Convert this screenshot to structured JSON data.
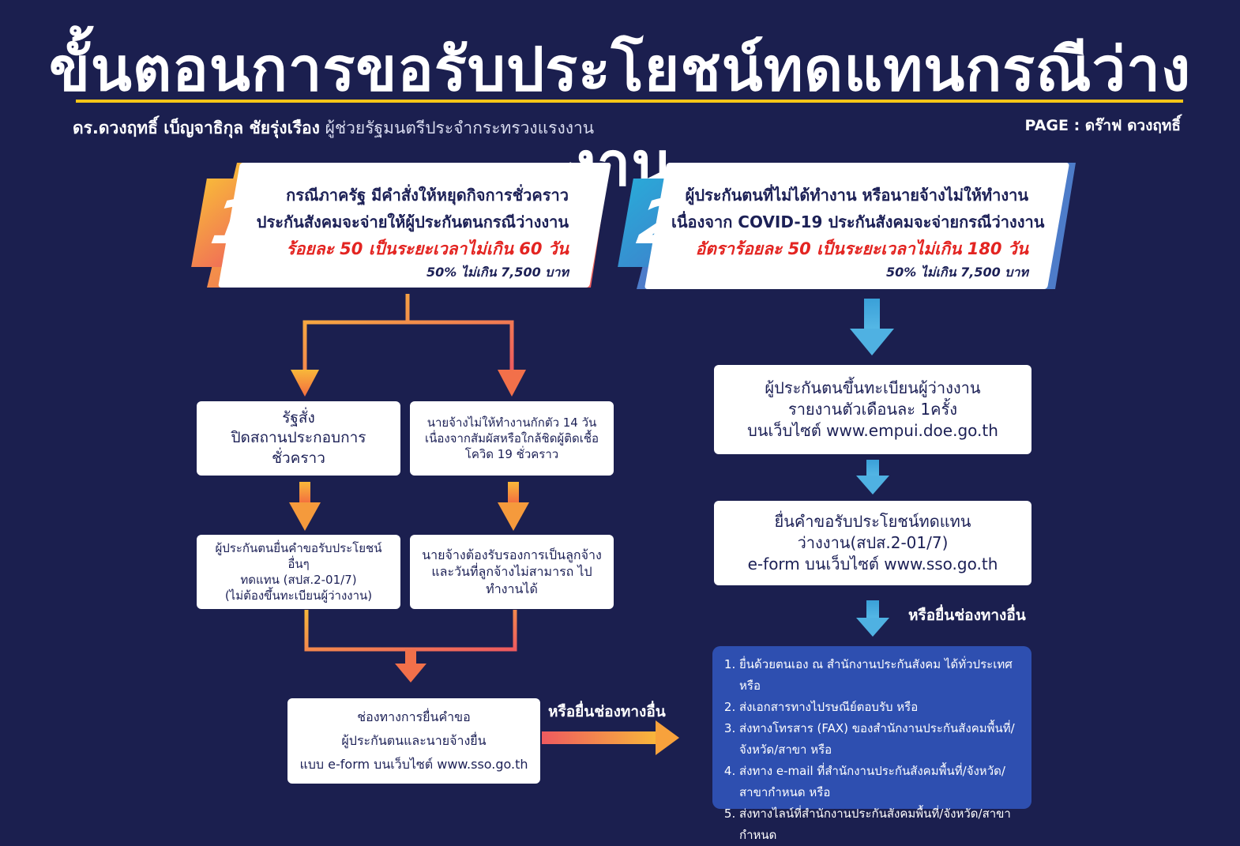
{
  "title": "ขั้นตอนการขอรับประโยชน์ทดแทนกรณีว่างงาน",
  "author": {
    "name": "ดร.ดวงฤทธิ์ เบ็ญจาธิกุล ชัยรุ่งเรือง",
    "role": "ผู้ช่วยรัฐมนตรีประจำกระทรวงแรงงาน"
  },
  "page_credit": "PAGE : ดร๊าฟ ดวงฤทธิ์",
  "case1": {
    "number": "1",
    "line1": "กรณีภาครัฐ มีคำสั่งให้หยุดกิจการชั่วคราว",
    "line2": "ประกันสังคมจะจ่ายให้ผู้ประกันตนกรณีว่างงาน",
    "line3": "ร้อยละ 50 เป็นระยะเวลาไม่เกิน 60 วัน",
    "line4": "50% ไม่เกิน 7,500 บาท",
    "branch_a": {
      "line1": "รัฐสั่ง",
      "line2": "ปิดสถานประกอบการชั่วคราว"
    },
    "branch_b": {
      "line1": "นายจ้างไม่ให้ทำงานกักตัว 14 วัน",
      "line2": "เนื่องจากสัมผัสหรือใกล้ชิดผู้ติดเชื้อ",
      "line3": "โควิด 19 ชั่วคราว"
    },
    "step_a": {
      "line1": "ผู้ประกันตนยื่นคำขอรับประโยชน์ อื่นๆ",
      "line2": "ทดแทน (สปส.2-01/7)",
      "line3": "(ไม่ต้องขึ้นทะเบียนผู้ว่างงาน)"
    },
    "step_b": {
      "line1": "นายจ้างต้องรับรองการเป็นลูกจ้าง",
      "line2": "และวันที่ลูกจ้างไม่สามารถ ไปทำงานได้"
    },
    "submit": {
      "line1": "ช่องทางการยื่นคำขอ",
      "line2": "ผู้ประกันตนและนายจ้างยื่น",
      "line3": "แบบ e-form บนเว็บไซต์ www.sso.go.th"
    },
    "alt_label": "หรือยื่นช่องทางอื่น"
  },
  "case2": {
    "number": "2",
    "line1": "ผู้ประกันตนที่ไม่ได้ทำงาน หรือนายจ้างไม่ให้ทำงาน",
    "line2": "เนื่องจาก COVID-19 ประกันสังคมจะจ่ายกรณีว่างงาน",
    "line3": "อัตราร้อยละ 50 เป็นระยะเวลาไม่เกิน 180 วัน",
    "line4": "50% ไม่เกิน 7,500 บาท",
    "step1": {
      "line1": "ผู้ประกันตนขึ้นทะเบียนผู้ว่างงาน",
      "line2": "รายงานตัวเดือนละ 1ครั้ง",
      "line3": "บนเว็บไซต์ www.empui.doe.go.th"
    },
    "step2": {
      "line1": "ยื่นคำขอรับประโยชน์ทดแทน",
      "line2": "ว่างงาน(สปส.2-01/7)",
      "line3": "e-form บนเว็บไซต์ www.sso.go.th"
    },
    "alt_label": "หรือยื่นช่องทางอื่น"
  },
  "other_channels": [
    {
      "a": "ยื่นด้วยตนเอง ณ สำนักงานประกันสังคม ได้ทั่วประเทศ หรือ",
      "b": ""
    },
    {
      "a": "ส่งเอกสารทางไปรษณีย์ตอบรับ หรือ",
      "b": ""
    },
    {
      "a": "ส่งทางโทรสาร (FAX) ของสำนักงานประกันสังคมพื้นที่/",
      "b": "จังหวัด/สาขา หรือ"
    },
    {
      "a": "ส่งทาง e-mail ที่สำนักงานประกันสังคมพื้นที่/จังหวัด/",
      "b": "สาขากำหนด หรือ"
    },
    {
      "a": "ส่งทางไลน์ที่สำนักงานประกันสังคมพื้นที่/จังหวัด/สาขากำหนด",
      "b": ""
    }
  ],
  "colors": {
    "background": "#1b1f4f",
    "accent_yellow": "#f5c518",
    "highlight_red": "#e32421",
    "case1_gradient": [
      "#f8b83a",
      "#ee5a5f"
    ],
    "case2_gradient": [
      "#3aa0d8",
      "#6a55b5"
    ],
    "channels_box": "#2e4fb0"
  }
}
